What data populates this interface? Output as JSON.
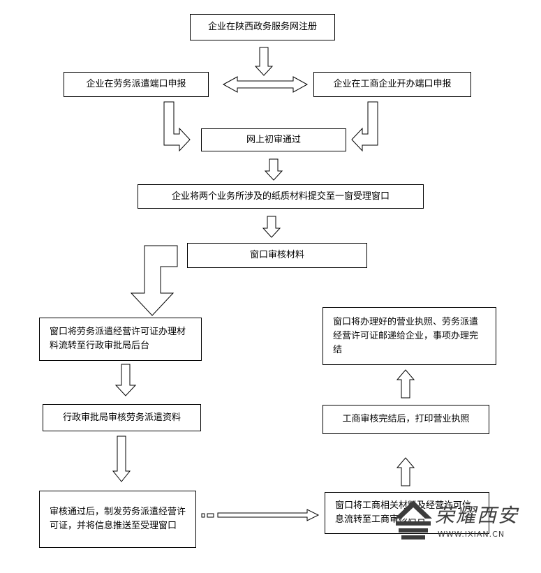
{
  "nodes": {
    "register": "企业在陕西政务服务网注册",
    "labor_report": "企业在劳务派遣端口申报",
    "biz_report": "企业在工商企业开办端口申报",
    "online_review": "网上初审通过",
    "submit_materials": "企业将两个业务所涉及的纸质材料提交至一窗受理窗口",
    "window_review": "窗口审核材料",
    "transfer_admin": "窗口将劳务派遣经营许可证办理材料流转至行政审批局后台",
    "admin_review": "行政审批局审核劳务派遣资料",
    "issue_permit": "审核通过后，制发劳务派遣经营许可证，并将信息推送至受理窗口",
    "transfer_biz": "窗口将工商相关材料及经营许可信息流转至工商审核后台",
    "biz_done": "工商审核完结后，打印营业执照",
    "mail_done": "窗口将办理好的营业执照、劳务派遣经营许可证邮递给企业，事项办理完结"
  },
  "watermark": {
    "brand": "荣耀西安",
    "url": "WWW.IXIAN.CN"
  }
}
